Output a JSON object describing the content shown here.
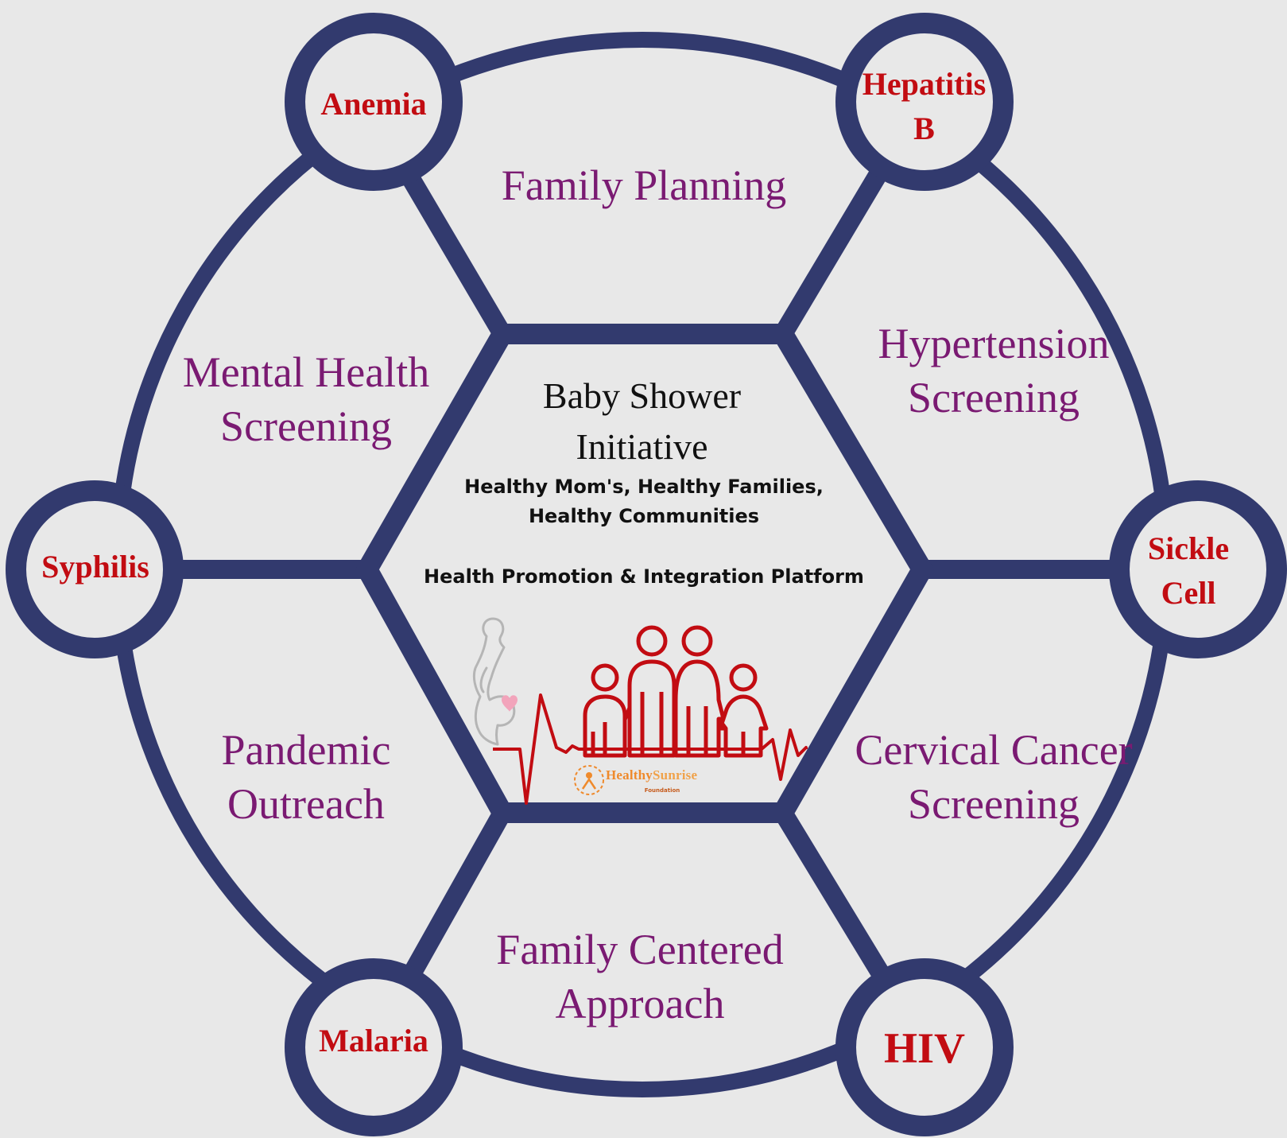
{
  "colors": {
    "background": "#e8e8e8",
    "frame": "#323a6e",
    "segment_text": "#7a1a72",
    "node_text": "#c20c12",
    "center_text": "#111111",
    "logo_orange": "#ef8a2c",
    "heart_pink": "#f2a4bb"
  },
  "center": {
    "title": "Baby Shower Initiative",
    "tagline_line1": "Healthy Mom's, Healthy Families,",
    "tagline_line2": "Healthy Communities",
    "platform": "Health Promotion & Integration Platform",
    "logo_name_part1": "Healthy",
    "logo_name_part2": "Sunrise",
    "logo_sub": "Foundation"
  },
  "segments": {
    "family_planning": "Family Planning",
    "hypertension": "Hypertension Screening",
    "cervical_cancer": "Cervical Cancer Screening",
    "family_centered": "Family Centered Approach",
    "pandemic": "Pandemic Outreach",
    "mental_health": "Mental Health Screening"
  },
  "nodes": {
    "anemia": "Anemia",
    "hepatitis": "Hepatitis B",
    "sickle_cell": "Sickle Cell",
    "hiv": "HIV",
    "malaria": "Malaria",
    "syphilis": "Syphilis"
  },
  "icons": {
    "family": "family-icon",
    "pregnant": "pregnant-woman-icon",
    "heartbeat": "heartbeat-line-icon",
    "logo": "healthy-sunrise-logo"
  }
}
